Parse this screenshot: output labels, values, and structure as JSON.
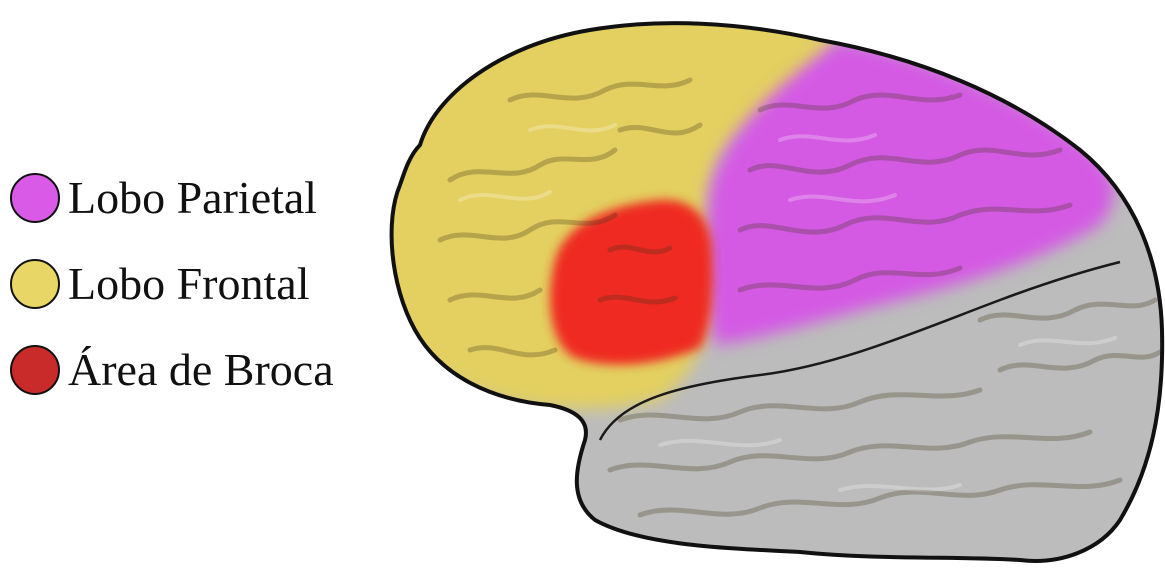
{
  "legend": {
    "items": [
      {
        "label": "Lobo Parietal",
        "color": "#d85ae6",
        "region": "parietal-lobe"
      },
      {
        "label": "Lobo Frontal",
        "color": "#e8d766",
        "region": "frontal-lobe"
      },
      {
        "label": "Área de Broca",
        "color": "#c92a2a",
        "region": "broca-area"
      }
    ]
  },
  "brain": {
    "outline_color": "#111111",
    "other_regions_color": "#bcbcbc",
    "frontal_color": "#e3d060",
    "parietal_color": "#d45ae4",
    "broca_color": "#ef2a22"
  }
}
